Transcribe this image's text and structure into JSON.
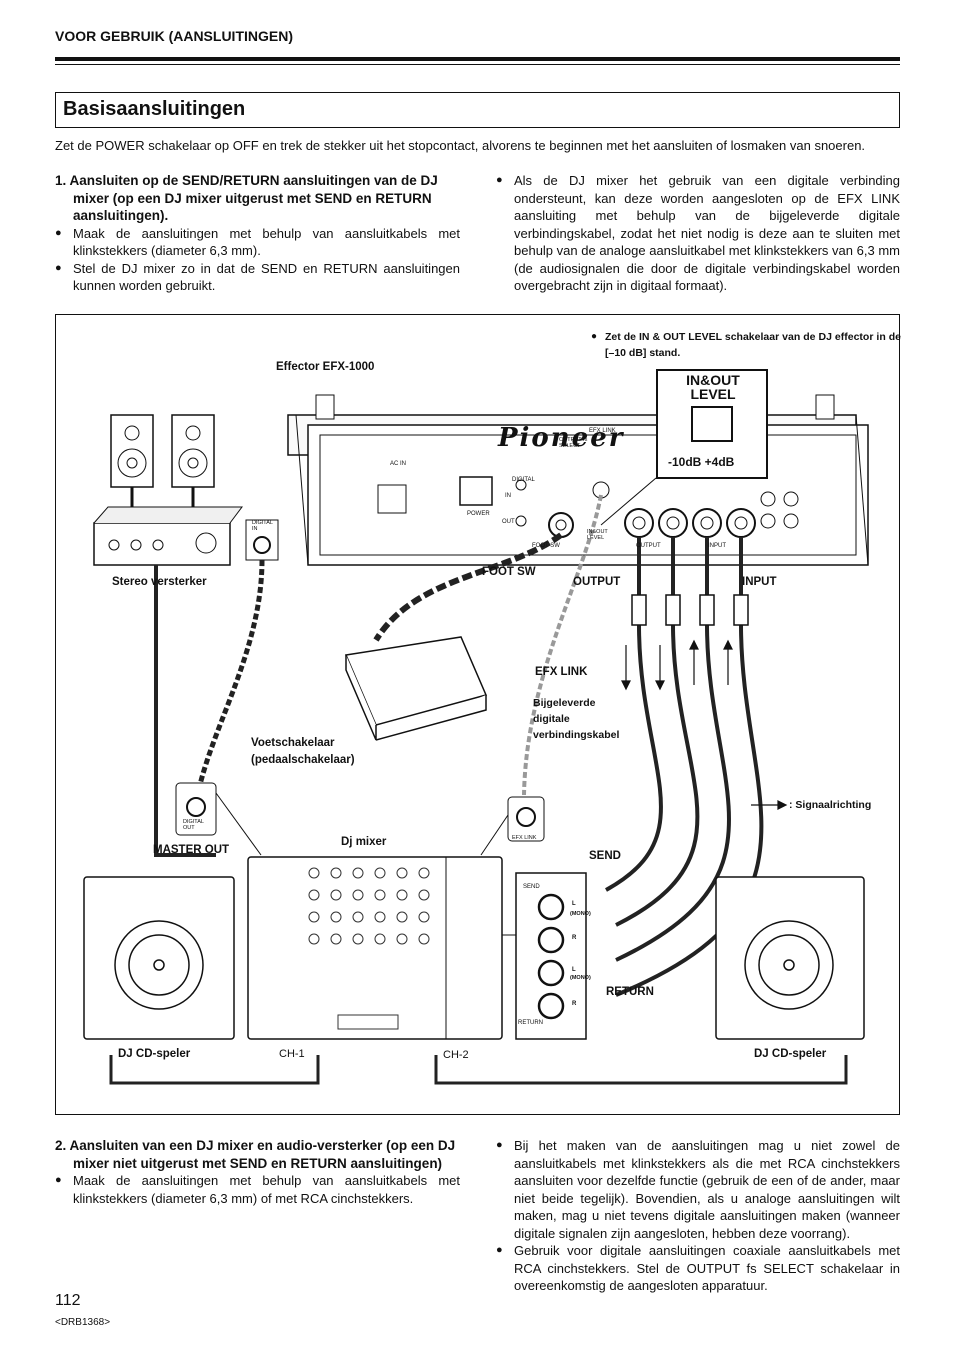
{
  "header": {
    "section": "VOOR GEBRUIK (AANSLUITINGEN)"
  },
  "title": "Basisaansluitingen",
  "intro": "Zet de POWER schakelaar op OFF en trek de stekker uit het stopcontact, alvorens te beginnen met het aansluiten of losmaken van snoeren.",
  "step1": {
    "heading": "1. Aansluiten op de SEND/RETURN aansluitingen van de DJ mixer (op een DJ mixer uitgerust met SEND en RETURN aansluitingen).",
    "bullets": [
      "Maak de aansluitingen met behulp van aansluitkabels met klinkstekkers (diameter 6,3 mm).",
      "Stel de DJ mixer zo in dat de SEND en RETURN aansluitingen kunnen worden gebruikt."
    ],
    "right_bullet": "Als de DJ mixer het gebruik van een digitale verbinding ondersteunt, kan deze worden aangesloten op de EFX LINK aansluiting met behulp van de bijgeleverde digitale verbindingskabel, zodat het niet nodig is deze aan te sluiten met behulp van de analoge aansluitkabel met klinkstekkers van 6,3 mm (de audiosignalen die door de digitale verbindingskabel worden overgebracht zijn in digitaal formaat)."
  },
  "figure": {
    "note": "Zet de IN & OUT LEVEL schakelaar van de DJ effector in de [–10 dB] stand.",
    "effector_label": "Effector EFX-1000",
    "brand": "Pioneer",
    "inout_level": "IN&OUT LEVEL",
    "inout_values": "-10dB  +4dB",
    "stereo_amp": "Stereo versterker",
    "foot_sw": "FOOT SW",
    "output": "OUTPUT",
    "input": "INPUT",
    "efx_link": "EFX LINK",
    "cable": "Bijgeleverde digitale verbindingskabel",
    "pedal": "Voetschakelaar (pedaalschakelaar)",
    "signal_dir": ": Signaalrichting",
    "master_out": "MASTER OUT",
    "dj_mixer": "Dj mixer",
    "send": "SEND",
    "return_label": "RETURN",
    "cd_left": "DJ CD-speler",
    "cd_right": "DJ CD-speler",
    "ch1": "CH-1",
    "ch2": "CH-2",
    "panel_ac": "AC IN",
    "panel_power": "POWER",
    "panel_digital": "DIGITAL",
    "panel_in": "IN",
    "panel_out": "OUT",
    "panel_footsw": "FOOT SW",
    "panel_efxlink": "EFX LINK",
    "panel_output_fs": "OUTPUT fs SELECT",
    "panel_inout": "IN&OUT LEVEL",
    "panel_output": "OUTPUT",
    "panel_input": "INPUT",
    "digital_in": "DIGITAL IN",
    "digital_out": "DIGITAL OUT",
    "efx_link_small": "EFX LINK",
    "send_small": "SEND",
    "return_small": "RETURN",
    "mono": "(MONO)",
    "l": "L",
    "r": "R"
  },
  "step2": {
    "heading": "2. Aansluiten van een DJ mixer en audio-versterker (op een DJ mixer niet uitgerust met SEND en RETURN aansluitingen)",
    "bullets": [
      "Maak de aansluitingen met behulp van aansluitkabels met klinkstekkers (diameter 6,3 mm) of met RCA cinchstekkers."
    ],
    "right_bullets": [
      "Bij het maken van de aansluitingen mag u niet zowel de aansluitkabels met klinkstekkers als die met RCA cinchstekkers aansluiten voor dezelfde functie (gebruik de een of de ander, maar niet beide tegelijk). Bovendien, als u analoge aansluitingen wilt maken, mag u niet tevens digitale aansluitingen maken (wanneer digitale signalen zijn aangesloten, hebben deze voorrang).",
      "Gebruik voor digitale aansluitingen coaxiale aansluitkabels met RCA cinchstekkers. Stel de OUTPUT fs SELECT schakelaar in overeenkomstig de aangesloten apparatuur."
    ]
  },
  "footer": {
    "page": "112",
    "code": "<DRB1368>"
  }
}
